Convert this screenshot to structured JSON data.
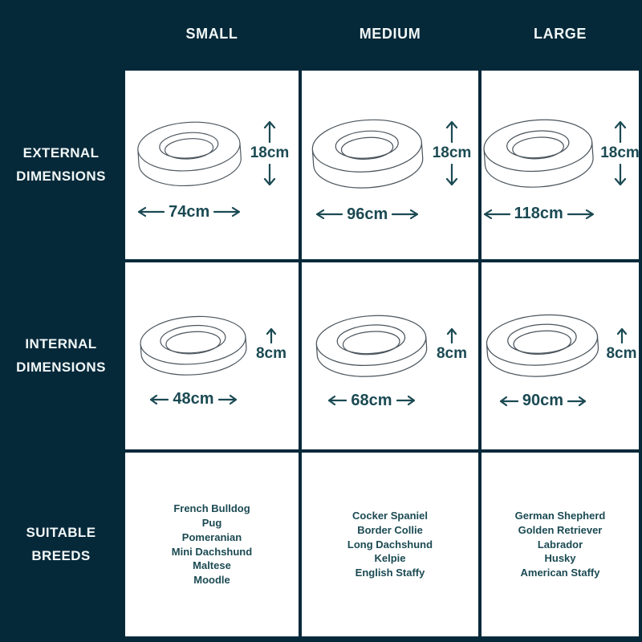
{
  "colors": {
    "background": "#06293a",
    "cell": "#ffffff",
    "accent": "#1b4a53",
    "label": "#f2f8f7",
    "outline": "#4a545c"
  },
  "header": {
    "columns": [
      "SMALL",
      "MEDIUM",
      "LARGE"
    ]
  },
  "row_labels": {
    "external": [
      "EXTERNAL",
      "DIMENSIONS"
    ],
    "internal": [
      "INTERNAL",
      "DIMENSIONS"
    ],
    "breeds": [
      "SUITABLE",
      "BREEDS"
    ]
  },
  "external_dimensions": {
    "small": {
      "width": "74cm",
      "height": "18cm"
    },
    "medium": {
      "width": "96cm",
      "height": "18cm"
    },
    "large": {
      "width": "118cm",
      "height": "18cm"
    }
  },
  "internal_dimensions": {
    "small": {
      "width": "48cm",
      "height": "8cm"
    },
    "medium": {
      "width": "68cm",
      "height": "8cm"
    },
    "large": {
      "width": "90cm",
      "height": "8cm"
    }
  },
  "suitable_breeds": {
    "small": [
      "French Bulldog",
      "Pug",
      "Pomeranian",
      "Mini Dachshund",
      "Maltese",
      "Moodle"
    ],
    "medium": [
      "Cocker Spaniel",
      "Border Collie",
      "Long Dachshund",
      "Kelpie",
      "English Staffy"
    ],
    "large": [
      "German Shepherd",
      "Golden Retriever",
      "Labrador",
      "Husky",
      "American Staffy"
    ]
  }
}
